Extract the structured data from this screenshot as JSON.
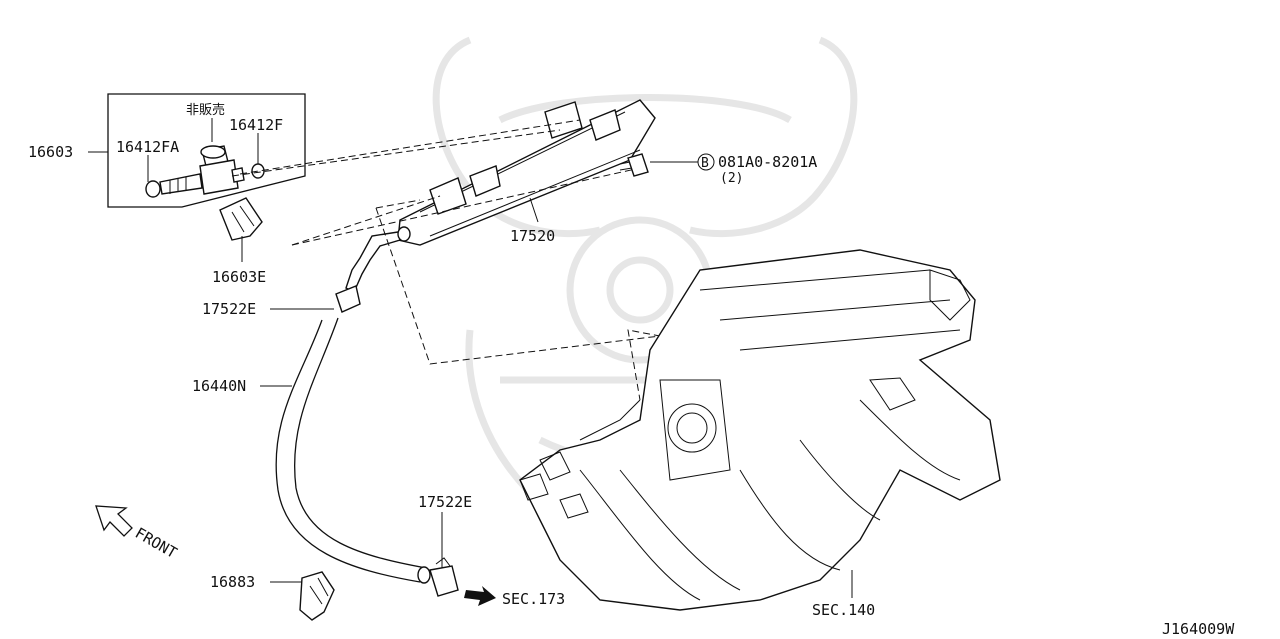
{
  "diagram": {
    "drawing_code": "J164009W",
    "labels": {
      "p16603": "16603",
      "p16412FA": "16412FA",
      "p16412F": "16412F",
      "not_for_sale": "非販売",
      "p16603E": "16603E",
      "p17522E_upper": "17522E",
      "p16440N": "16440N",
      "p17522E_lower": "17522E",
      "p16883": "16883",
      "p17520": "17520",
      "bolt_code": "081A0-8201A",
      "bolt_marker": "B",
      "bolt_qty": "(2)",
      "sec173": "SEC.173",
      "sec140": "SEC.140",
      "front": "FRONT"
    }
  }
}
